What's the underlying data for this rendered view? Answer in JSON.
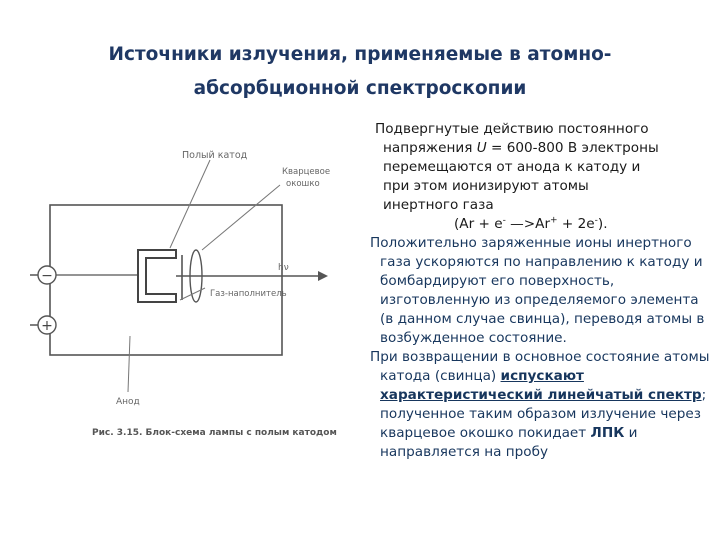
{
  "slide": {
    "title_line1": "Источники излучения, применяемые в атомно-",
    "title_line2": "абсорбционной спектроскопии"
  },
  "figure": {
    "label_cathode": "Полый катод",
    "label_window_1": "Кварцевое",
    "label_window_2": "окошко",
    "label_hv": "hν",
    "label_gas": "Газ-наполнитель",
    "label_anode": "Анод",
    "sign_minus": "−",
    "sign_plus": "+",
    "caption": "Рис. 3.15. Блок-схема лампы с полым катодом"
  },
  "text": {
    "p1_line1": "Подвергнутые действию постоянного",
    "p1_line2_a": "напряжения ",
    "p1_line2_u": "U",
    "p1_line2_b": " = 600-800 В  электроны",
    "p1_line3": "перемещаются от анода к катоду и",
    "p1_line4": "при этом ионизируют атомы",
    "p1_line5": "инертного газа",
    "eq_a": "(Ar + e",
    "eq_sup1": "-",
    "eq_b": " —>Ar",
    "eq_sup2": "+",
    "eq_c": " + 2e",
    "eq_sup3": "-",
    "eq_d": ").",
    "p2": "Положительно заряженные ионы инертного газа ускоряются по направлению к катоду и бомбардируют его поверхность, изготовленную из определяемого элемента (в данном случае свинца), переводя атомы в возбужденное состояние.",
    "p3_a": "При возвращении в основное состояние атомы катода (свинца) ",
    "p3_emph": "испускают характеристический линейчатый спектр",
    "p3_b": "; полученное таким образом излучение через кварцевое окошко покидает ",
    "p3_strong": "ЛПК",
    "p3_c": " и направляется на пробу"
  },
  "colors": {
    "title": "#1f3864",
    "body_text": "#1a1a1a",
    "blue_text": "#17365d",
    "figure_lines": "#555555"
  }
}
